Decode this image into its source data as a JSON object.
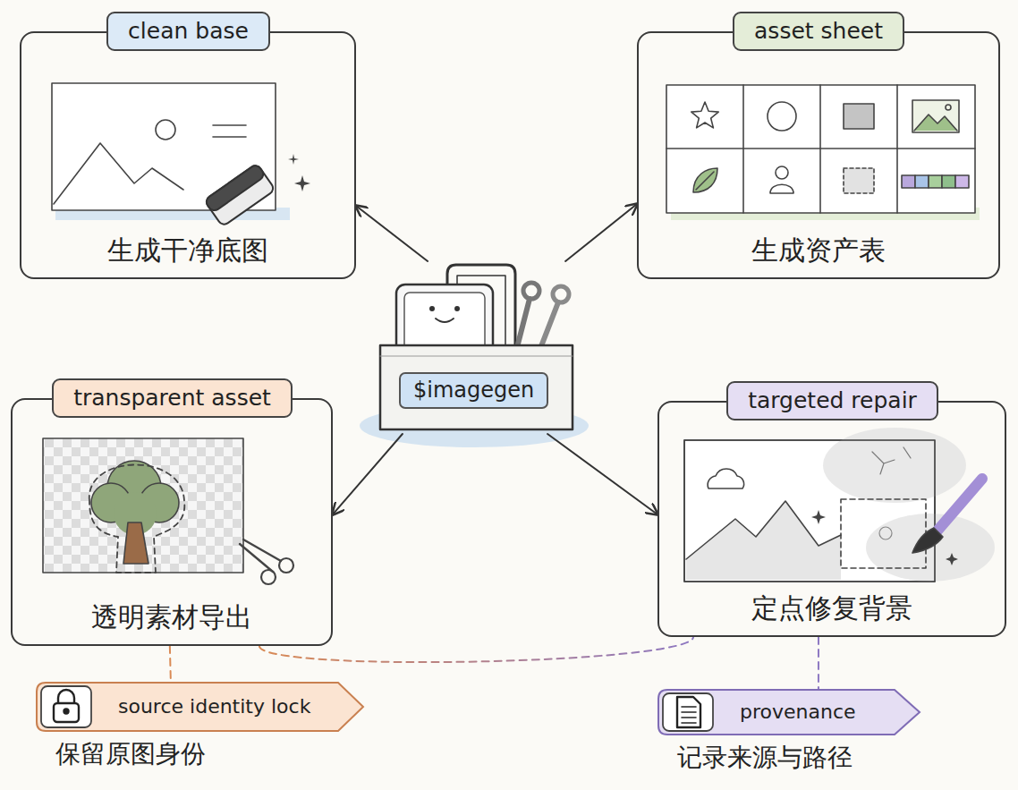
{
  "diagram": {
    "nodes": [
      {
        "text": [
          "clean base",
          "生成干净底图"
        ]
      },
      {
        "text": [
          "asset sheet",
          "生成资产表"
        ]
      },
      {
        "text": [
          "$imagegen"
        ]
      },
      {
        "text": [
          "transparent asset",
          "透明素材导出"
        ]
      },
      {
        "text": [
          "targeted repair",
          "定点修复背景"
        ]
      },
      {
        "text": [
          "source identity lock",
          "保留原图身份"
        ]
      },
      {
        "text": [
          "provenance",
          "记录来源与路径"
        ]
      }
    ],
    "edges": [
      {
        "from": 2,
        "to": 0,
        "arrow": "to"
      },
      {
        "from": 2,
        "to": 1,
        "arrow": "to"
      },
      {
        "from": 2,
        "to": 3,
        "arrow": "to"
      },
      {
        "from": 2,
        "to": 4,
        "arrow": "to"
      },
      {
        "from": 3,
        "to": 5,
        "arrow": "none"
      },
      {
        "from": 4,
        "to": 6,
        "arrow": "none"
      },
      {
        "from": 3,
        "to": 4,
        "arrow": "none"
      }
    ]
  }
}
